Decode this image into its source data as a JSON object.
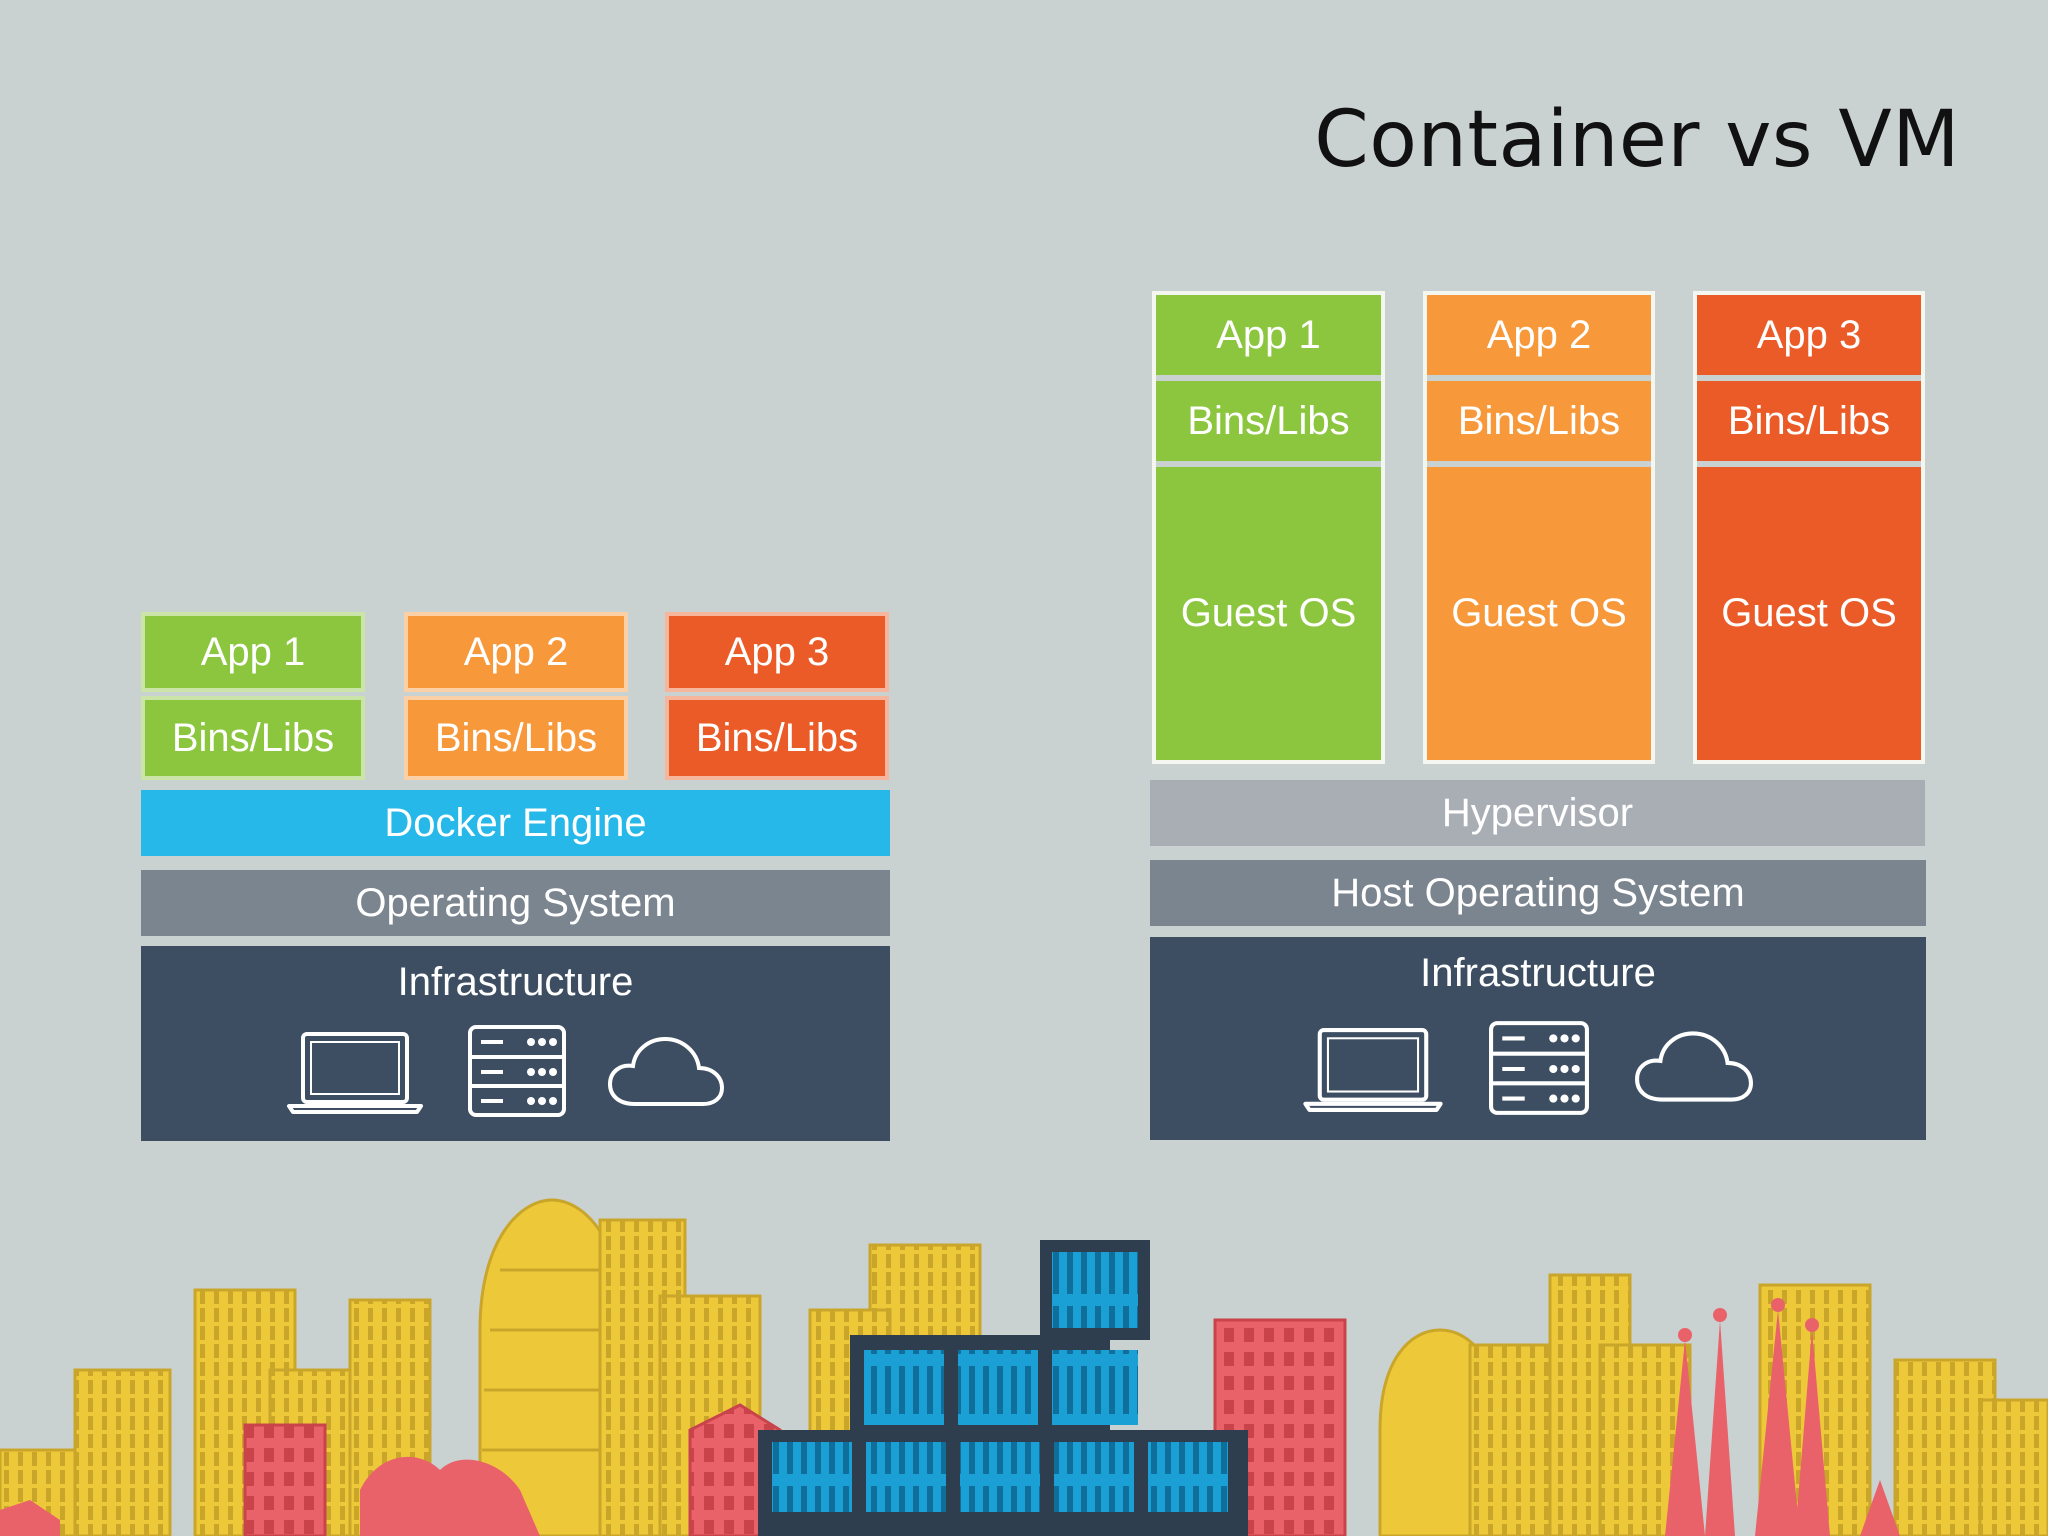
{
  "slide": {
    "title": "Container vs VM"
  },
  "container_stack": {
    "apps": [
      {
        "app": "App 1",
        "libs": "Bins/Libs",
        "color": "#8cc63f"
      },
      {
        "app": "App 2",
        "libs": "Bins/Libs",
        "color": "#f7983a"
      },
      {
        "app": "App 3",
        "libs": "Bins/Libs",
        "color": "#eb5b27"
      }
    ],
    "engine": "Docker Engine",
    "os": "Operating System",
    "infrastructure": "Infrastructure",
    "infra_icons": [
      "laptop-icon",
      "server-icon",
      "cloud-icon"
    ]
  },
  "vm_stack": {
    "apps": [
      {
        "app": "App 1",
        "libs": "Bins/Libs",
        "guest": "Guest OS",
        "color": "#8cc63f"
      },
      {
        "app": "App 2",
        "libs": "Bins/Libs",
        "guest": "Guest OS",
        "color": "#f7983a"
      },
      {
        "app": "App 3",
        "libs": "Bins/Libs",
        "guest": "Guest OS",
        "color": "#eb5b27"
      }
    ],
    "hypervisor": "Hypervisor",
    "host_os": "Host Operating System",
    "infrastructure": "Infrastructure",
    "infra_icons": [
      "laptop-icon",
      "server-icon",
      "cloud-icon"
    ]
  },
  "colors": {
    "background": "#c9d2d1",
    "docker": "#27b8ea",
    "hypervisor": "#a9aeb4",
    "os": "#7b858f",
    "infrastructure": "#3d4e62",
    "skyline_yellow": "#edc93a",
    "skyline_red": "#e9626a",
    "skyline_blue": "#1ba0d6",
    "skyline_dark": "#2f3e4f"
  }
}
